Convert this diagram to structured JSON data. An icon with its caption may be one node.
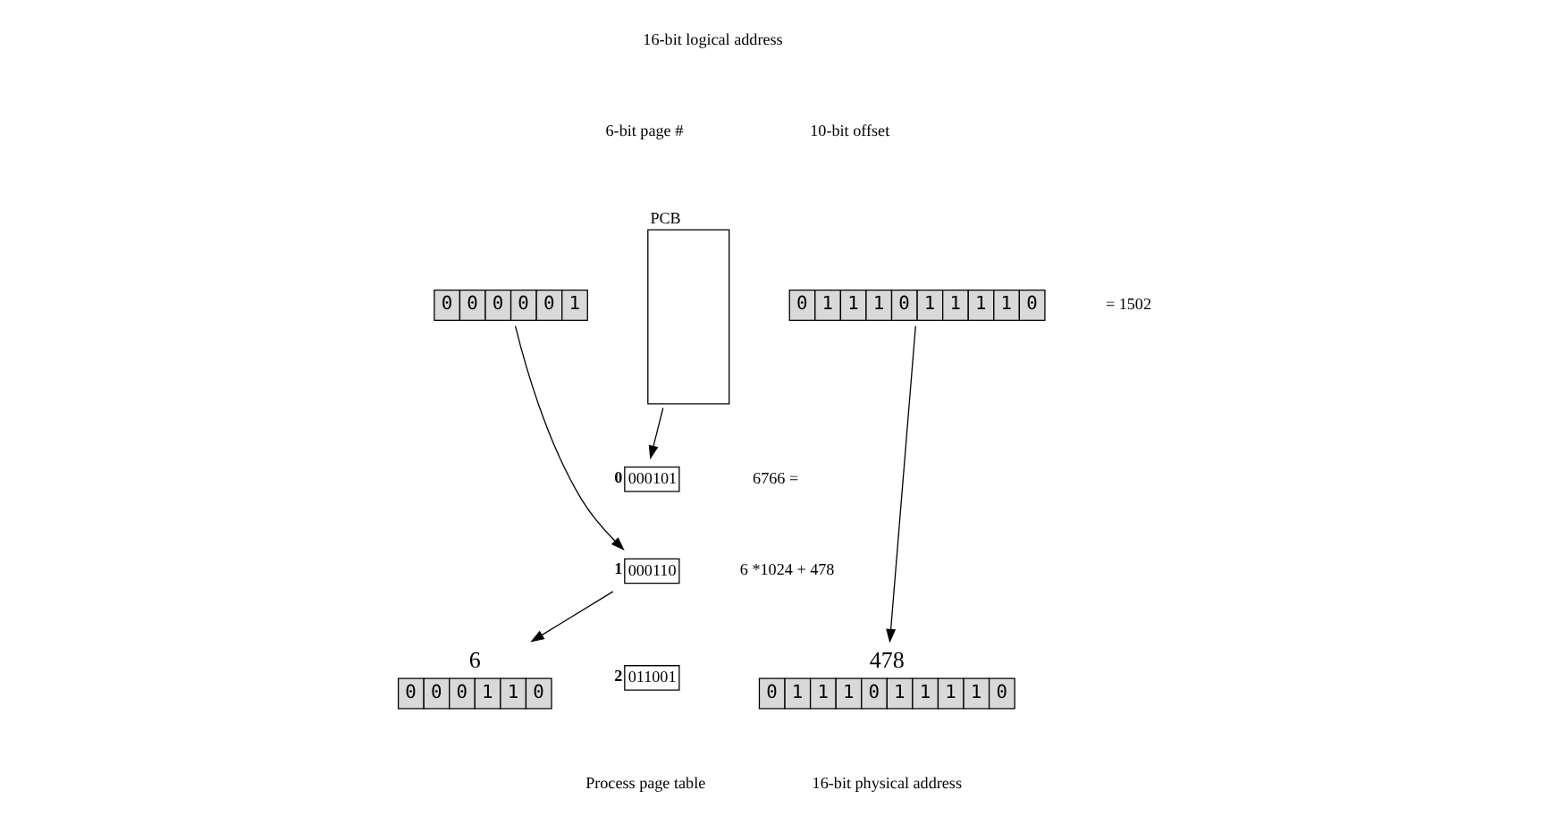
{
  "diagram": {
    "nodes": [
      {
        "text": [
          "0",
          "0",
          "0",
          "0",
          "0",
          "1"
        ]
      },
      {
        "text": [
          "0",
          "1",
          "1",
          "1",
          "0",
          "1",
          "1",
          "1",
          "1",
          "0"
        ]
      },
      {
        "text": [
          "PCB"
        ]
      },
      {
        "text": [
          "000101"
        ],
        "beside": [
          "0"
        ]
      },
      {
        "text": [
          "000110"
        ],
        "beside": [
          "1"
        ]
      },
      {
        "text": [
          "011001"
        ],
        "beside": [
          "2"
        ]
      },
      {
        "text": [
          "0",
          "0",
          "0",
          "1",
          "1",
          "0"
        ],
        "beside": [
          "6"
        ]
      },
      {
        "text": [
          "0",
          "1",
          "1",
          "1",
          "0",
          "1",
          "1",
          "1",
          "1",
          "0"
        ],
        "beside": [
          "478"
        ]
      }
    ],
    "edges": [
      {
        "from": 0,
        "to": 4,
        "arrow": "to"
      },
      {
        "from": 2,
        "to": 3,
        "arrow": "to"
      },
      {
        "from": 4,
        "to": 6,
        "arrow": "to"
      },
      {
        "from": 1,
        "to": 7,
        "arrow": "to"
      }
    ],
    "labels": [
      "16-bit logical address",
      "6-bit page #",
      "10-bit offset",
      "= 1502",
      "Process page table",
      "6766 =",
      "6 *1024 + 478",
      "16-bit physical address"
    ]
  }
}
